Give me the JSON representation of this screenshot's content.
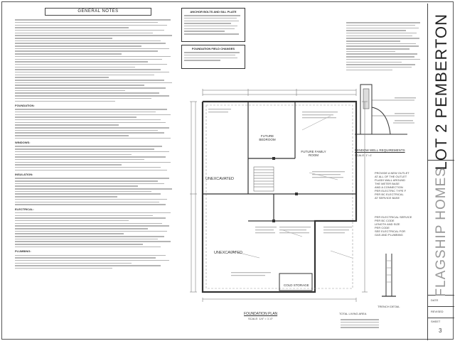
{
  "general_notes": {
    "title": "GENERAL NOTES",
    "sections": [
      "FOUNDATION:",
      "WINDOWS:",
      "INSULATION:",
      "ELECTRICAL:",
      "PLUMBING:"
    ]
  },
  "anchor_box": {
    "title": "ANCHOR BOLTS AND SILL PLATE"
  },
  "field_box": {
    "title": "FOUNDATION FIELD CHANGES"
  },
  "plan": {
    "title": "FOUNDATION PLAN",
    "scale": "SCALE: 1/4\" = 1'-0\"",
    "rooms": {
      "unexcavated_left": "UNEXCAVATED",
      "unexcavated_bottom": "UNEXCAVATED",
      "future_bedroom": "FUTURE BEDROOM",
      "future_family_room": "FUTURE FAMILY ROOM",
      "cold_storage": "COLD STORAGE"
    }
  },
  "total_area_label": "TOTAL LIVING AREA",
  "right_notes": {
    "window_detail_title": "WINDOW WELL REQUIREMENTS",
    "window_detail_scale": "SCALE: 1\"=1'",
    "install_note": [
      "PROVIDE A NEW OUTLET",
      "AT ALL OF THE OUTLET",
      "PLASH WALL AROUND",
      "THE METER BASE",
      "AND A CONNECTION",
      "PER ELECTRIC TYPE F",
      "PER BC ELECTRICAL",
      "AT SERVICE BASE"
    ],
    "install_note2": [
      "PER ELECTRICAL SERVICE",
      "PER BC CODE",
      "LENGTH AND SIZE",
      "PER CODE",
      "SEE ELECTRICAL FOR",
      "GAS AND PLUMBING"
    ],
    "trench_label": "TRENCH DETAIL"
  },
  "title_block": {
    "project": "LOT 2 PEMBERTON",
    "company": "FLAGSHIP HOMES",
    "date_label": "DATE",
    "revised_label": "REVISED",
    "sheet_label": "SHEET",
    "sheet_no": "3"
  },
  "colors": {
    "ink": "#222222",
    "wall": "#333333",
    "line": "#b4b4b4"
  }
}
